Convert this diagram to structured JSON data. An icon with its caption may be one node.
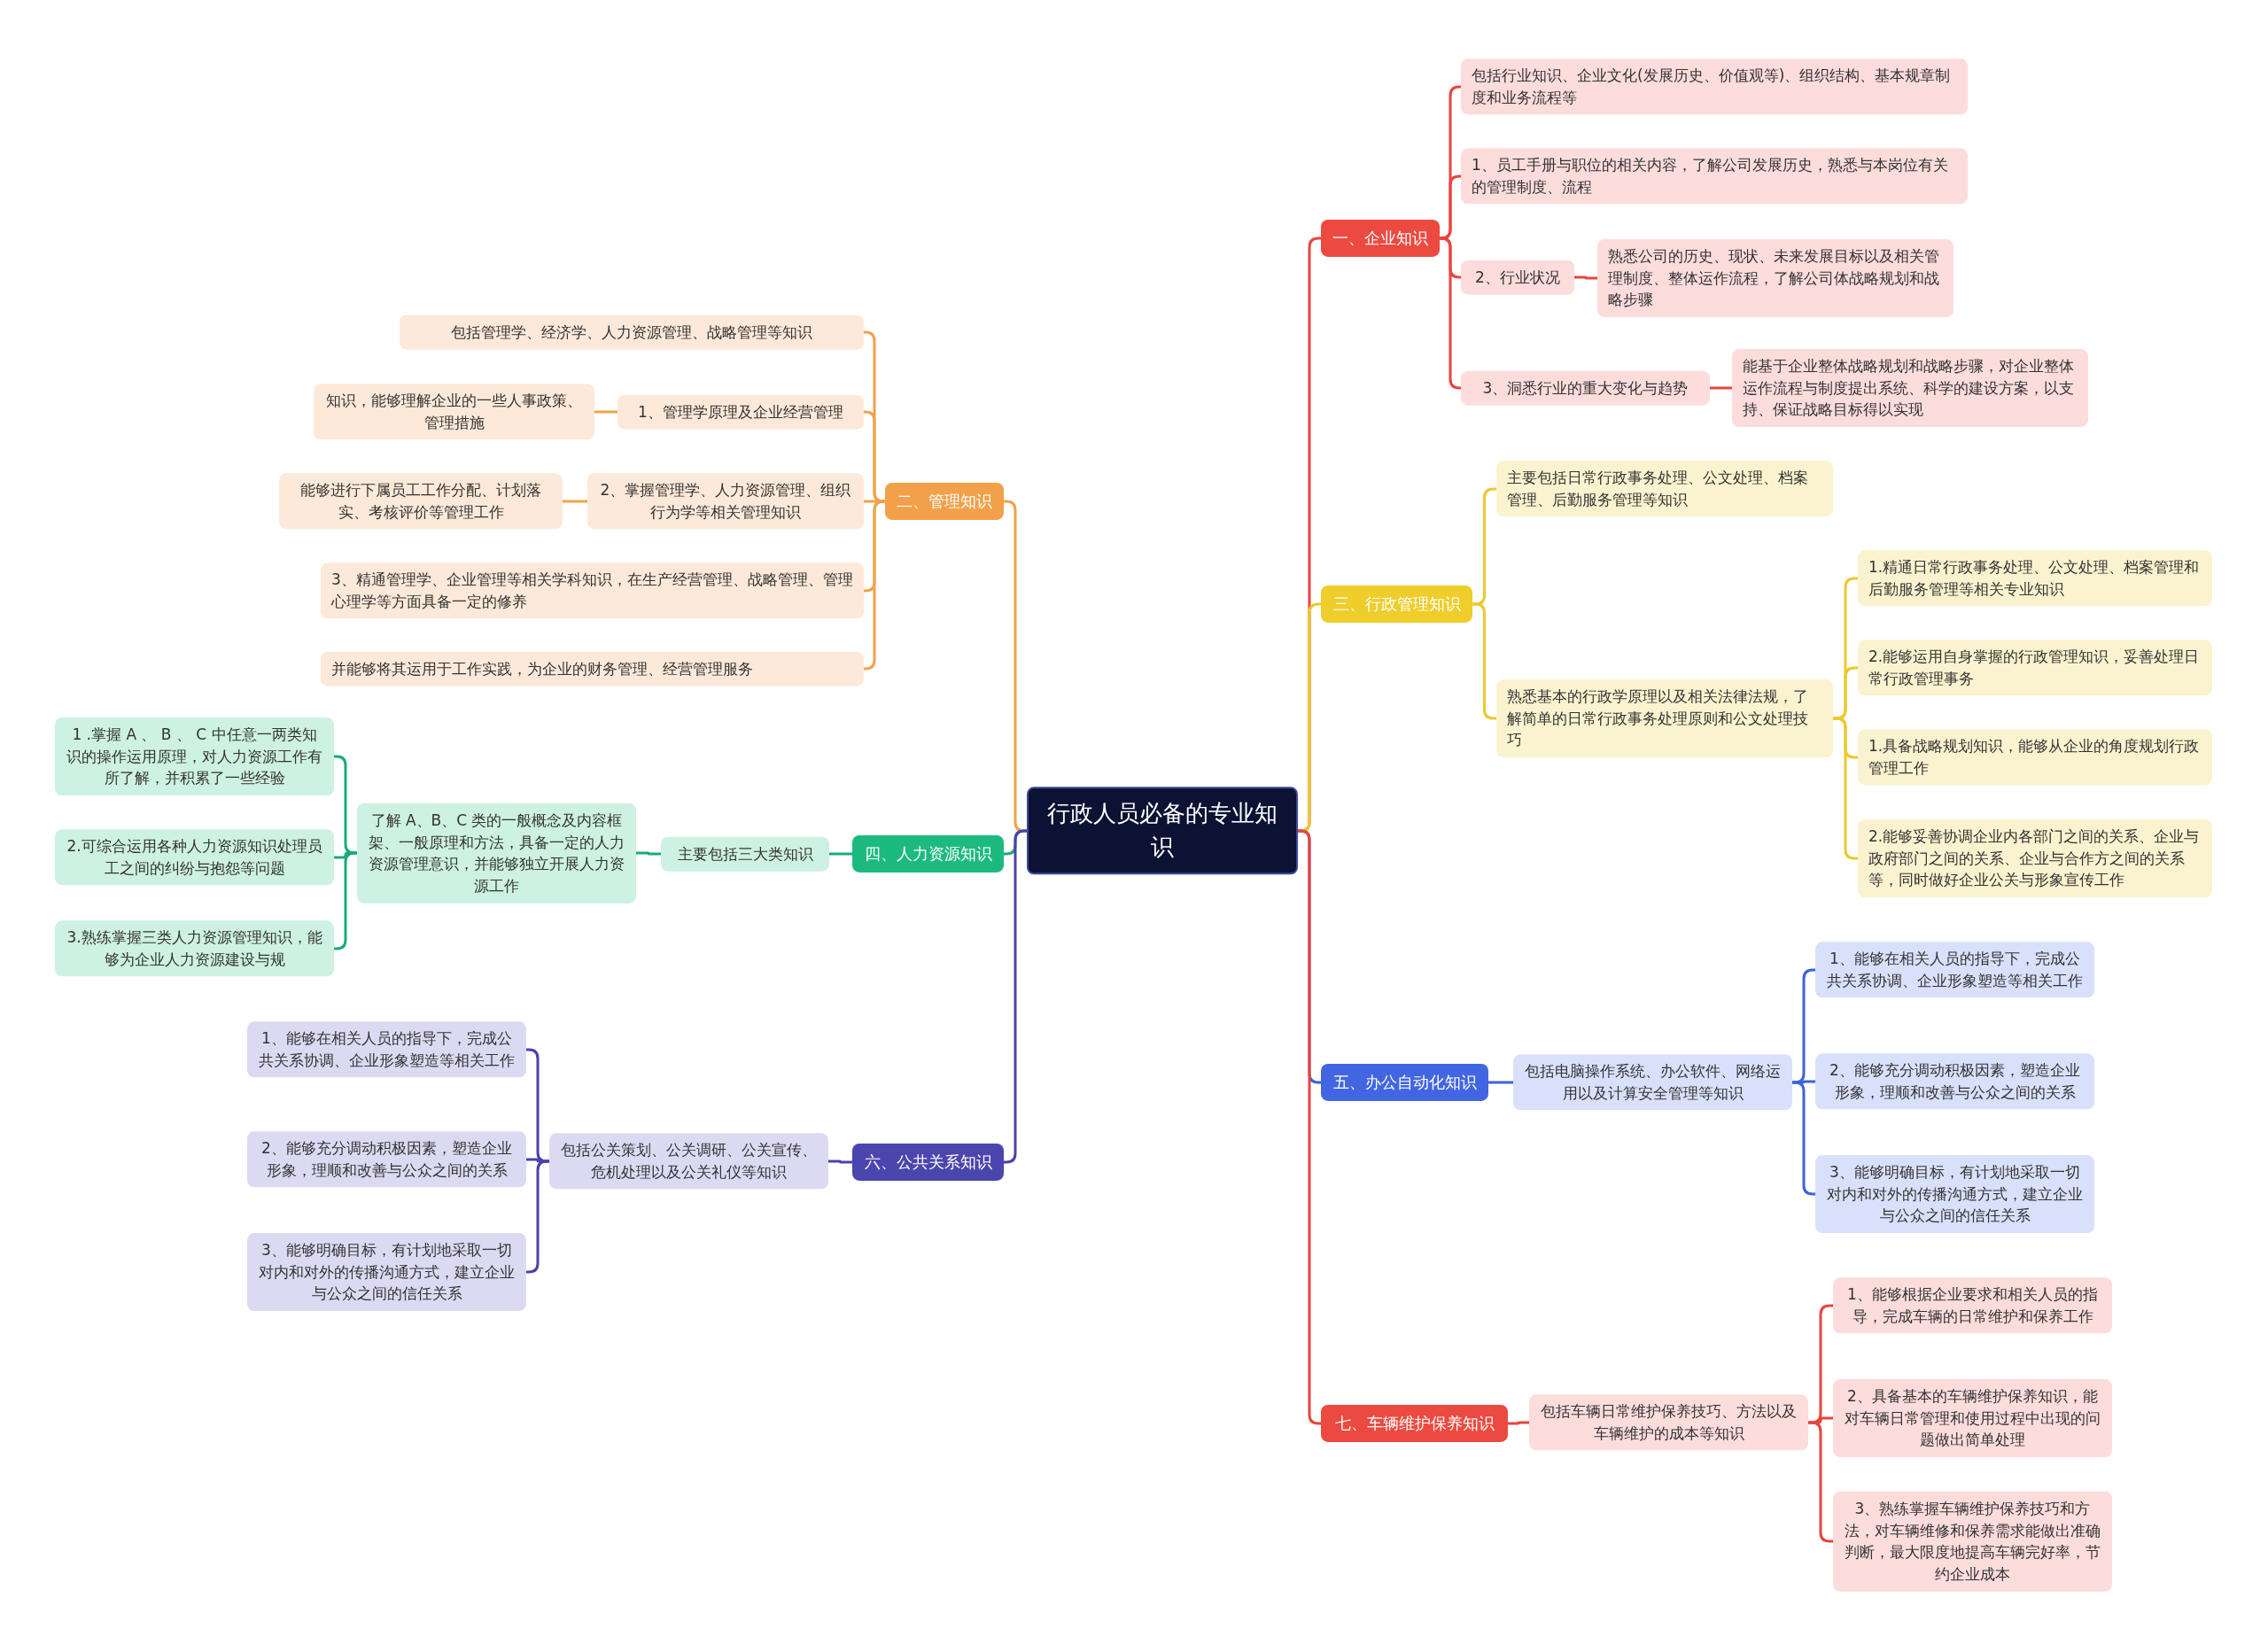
{
  "diagram": {
    "nodes": [
      {
        "text": [
          "行政人员必备的专业知识"
        ]
      },
      {
        "text": [
          "一、企业知识"
        ]
      },
      {
        "text": [
          "包括行业知识、企业文化(发展历史、价值观等)、组织结构、基本规章制度和业务流程等"
        ]
      },
      {
        "text": [
          "1、员工手册与职位的相关内容，了解公司发展历史，熟悉与本岗位有关的管理制度、流程"
        ]
      },
      {
        "text": [
          "2、行业状况"
        ]
      },
      {
        "text": [
          "熟悉公司的历史、现状、未来发展目标以及相关管理制度、整体运作流程，了解公司体战略规划和战略步骤"
        ]
      },
      {
        "text": [
          "3、洞悉行业的重大变化与趋势"
        ]
      },
      {
        "text": [
          "能基于企业整体战略规划和战略步骤，对企业整体运作流程与制度提出系统、科学的建设方案，以支持、保证战略目标得以实现"
        ]
      },
      {
        "text": [
          "二、管理知识"
        ]
      },
      {
        "text": [
          "包括管理学、经济学、人力资源管理、战略管理等知识"
        ]
      },
      {
        "text": [
          "1、管理学原理及企业经营管理"
        ]
      },
      {
        "text": [
          "知识，能够理解企业的一些人事政策、管理措施"
        ]
      },
      {
        "text": [
          "2、掌握管理学、人力资源管理、组织行为学等相关管理知识"
        ]
      },
      {
        "text": [
          "能够进行下属员工工作分配、计划落实、考核评价等管理工作"
        ]
      },
      {
        "text": [
          "3、精通管理学、企业管理等相关学科知识，在生产经营管理、战略管理、管理心理学等方面具备一定的修养"
        ]
      },
      {
        "text": [
          "并能够将其运用于工作实践，为企业的财务管理、经营管理服务"
        ]
      },
      {
        "text": [
          "三、行政管理知识"
        ]
      },
      {
        "text": [
          "主要包括日常行政事务处理、公文处理、档案管理、后勤服务管理等知识"
        ]
      },
      {
        "text": [
          "熟悉基本的行政学原理以及相关法律法规，了解简单的日常行政事务处理原则和公文处理技巧"
        ]
      },
      {
        "text": [
          "1.精通日常行政事务处理、公文处理、档案管理和后勤服务管理等相关专业知识"
        ]
      },
      {
        "text": [
          "2.能够运用自身掌握的行政管理知识，妥善处理日常行政管理事务"
        ]
      },
      {
        "text": [
          "1.具备战略规划知识，能够从企业的角度规划行政管理工作"
        ]
      },
      {
        "text": [
          "2.能够妥善协调企业内各部门之间的关系、企业与政府部门之间的关系、企业与合作方之间的关系等，同时做好企业公关与形象宣传工作"
        ]
      },
      {
        "text": [
          "四、人力资源知识"
        ]
      },
      {
        "text": [
          "主要包括三大类知识"
        ]
      },
      {
        "text": [
          "了解 A、B、C 类的一般概念及内容框架、一般原理和方法，具备一定的人力资源管理意识，并能够独立开展人力资源工作"
        ]
      },
      {
        "text": [
          "1 .掌握 A 、 B 、 C 中任意一两类知识的操作运用原理，对人力资源工作有所了解，并积累了一些经验"
        ]
      },
      {
        "text": [
          "2.可综合运用各种人力资源知识处理员工之间的纠纷与抱怨等问题"
        ]
      },
      {
        "text": [
          "3.熟练掌握三类人力资源管理知识，能够为企业人力资源建设与规"
        ]
      },
      {
        "text": [
          "五、办公自动化知识"
        ]
      },
      {
        "text": [
          "包括电脑操作系统、办公软件、网络运用以及计算安全管理等知识"
        ]
      },
      {
        "text": [
          "1、能够在相关人员的指导下，完成公共关系协调、企业形象塑造等相关工作"
        ]
      },
      {
        "text": [
          "2、能够充分调动积极因素，塑造企业形象，理顺和改善与公众之间的关系"
        ]
      },
      {
        "text": [
          "3、能够明确目标，有计划地采取一切对内和对外的传播沟通方式，建立企业与公众之间的信任关系"
        ]
      },
      {
        "text": [
          "六、公共关系知识"
        ]
      },
      {
        "text": [
          "包括公关策划、公关调研、公关宣传、危机处理以及公关礼仪等知识"
        ]
      },
      {
        "text": [
          "1、能够在相关人员的指导下，完成公共关系协调、企业形象塑造等相关工作"
        ]
      },
      {
        "text": [
          "2、能够充分调动积极因素，塑造企业形象，理顺和改善与公众之间的关系"
        ]
      },
      {
        "text": [
          "3、能够明确目标，有计划地采取一切对内和对外的传播沟通方式，建立企业与公众之间的信任关系"
        ]
      },
      {
        "text": [
          "七、车辆维护保养知识"
        ]
      },
      {
        "text": [
          "包括车辆日常维护保养技巧、方法以及车辆维护的成本等知识"
        ]
      },
      {
        "text": [
          "1、能够根据企业要求和相关人员的指导，完成车辆的日常维护和保养工作"
        ]
      },
      {
        "text": [
          "2、具备基本的车辆维护保养知识，能对车辆日常管理和使用过程中出现的问题做出简单处理"
        ]
      },
      {
        "text": [
          "3、熟练掌握车辆维护保养技巧和方法，对车辆维修和保养需求能做出准确判断，最大限度地提高车辆完好率，节约企业成本"
        ]
      }
    ],
    "edges": [
      {
        "from": 0,
        "to": 1,
        "arrow": "none",
        "color": "#e8453c"
      },
      {
        "from": 1,
        "to": 2,
        "arrow": "none",
        "color": "#e8453c"
      },
      {
        "from": 1,
        "to": 3,
        "arrow": "none",
        "color": "#e8453c"
      },
      {
        "from": 1,
        "to": 4,
        "arrow": "none",
        "color": "#e8453c"
      },
      {
        "from": 4,
        "to": 5,
        "arrow": "none",
        "color": "#e8453c"
      },
      {
        "from": 1,
        "to": 6,
        "arrow": "none",
        "color": "#e8453c"
      },
      {
        "from": 6,
        "to": 7,
        "arrow": "none",
        "color": "#e8453c"
      },
      {
        "from": 0,
        "to": 8,
        "arrow": "none",
        "color": "#f0a24c"
      },
      {
        "from": 8,
        "to": 9,
        "arrow": "none",
        "color": "#f0a24c"
      },
      {
        "from": 8,
        "to": 10,
        "arrow": "none",
        "color": "#f0a24c"
      },
      {
        "from": 10,
        "to": 11,
        "arrow": "none",
        "color": "#f0a24c"
      },
      {
        "from": 8,
        "to": 12,
        "arrow": "none",
        "color": "#f0a24c"
      },
      {
        "from": 12,
        "to": 13,
        "arrow": "none",
        "color": "#f0a24c"
      },
      {
        "from": 8,
        "to": 14,
        "arrow": "none",
        "color": "#f0a24c"
      },
      {
        "from": 8,
        "to": 15,
        "arrow": "none",
        "color": "#f0a24c"
      },
      {
        "from": 0,
        "to": 16,
        "arrow": "none",
        "color": "#ecc82c"
      },
      {
        "from": 16,
        "to": 17,
        "arrow": "none",
        "color": "#ecc82c"
      },
      {
        "from": 16,
        "to": 18,
        "arrow": "none",
        "color": "#ecc82c"
      },
      {
        "from": 18,
        "to": 19,
        "arrow": "none",
        "color": "#ecc82c"
      },
      {
        "from": 18,
        "to": 20,
        "arrow": "none",
        "color": "#ecc82c"
      },
      {
        "from": 18,
        "to": 21,
        "arrow": "none",
        "color": "#ecc82c"
      },
      {
        "from": 18,
        "to": 22,
        "arrow": "none",
        "color": "#ecc82c"
      },
      {
        "from": 0,
        "to": 23,
        "arrow": "none",
        "color": "#1aab78"
      },
      {
        "from": 23,
        "to": 24,
        "arrow": "none",
        "color": "#1aab78"
      },
      {
        "from": 24,
        "to": 25,
        "arrow": "none",
        "color": "#1aab78"
      },
      {
        "from": 25,
        "to": 26,
        "arrow": "none",
        "color": "#1aab78"
      },
      {
        "from": 25,
        "to": 27,
        "arrow": "none",
        "color": "#1aab78"
      },
      {
        "from": 25,
        "to": 28,
        "arrow": "none",
        "color": "#1aab78"
      },
      {
        "from": 0,
        "to": 29,
        "arrow": "none",
        "color": "#3d61dc"
      },
      {
        "from": 29,
        "to": 30,
        "arrow": "none",
        "color": "#3d61dc"
      },
      {
        "from": 30,
        "to": 31,
        "arrow": "none",
        "color": "#3d61dc"
      },
      {
        "from": 30,
        "to": 32,
        "arrow": "none",
        "color": "#3d61dc"
      },
      {
        "from": 30,
        "to": 33,
        "arrow": "none",
        "color": "#3d61dc"
      },
      {
        "from": 0,
        "to": 34,
        "arrow": "none",
        "color": "#4a42aa"
      },
      {
        "from": 34,
        "to": 35,
        "arrow": "none",
        "color": "#4a42aa"
      },
      {
        "from": 35,
        "to": 36,
        "arrow": "none",
        "color": "#4a42aa"
      },
      {
        "from": 35,
        "to": 37,
        "arrow": "none",
        "color": "#4a42aa"
      },
      {
        "from": 35,
        "to": 38,
        "arrow": "none",
        "color": "#4a42aa"
      },
      {
        "from": 0,
        "to": 39,
        "arrow": "none",
        "color": "#e8453c"
      },
      {
        "from": 39,
        "to": 40,
        "arrow": "none",
        "color": "#e8453c"
      },
      {
        "from": 40,
        "to": 41,
        "arrow": "none",
        "color": "#e8453c"
      },
      {
        "from": 40,
        "to": 42,
        "arrow": "none",
        "color": "#e8453c"
      },
      {
        "from": 40,
        "to": 43,
        "arrow": "none",
        "color": "#e8453c"
      }
    ]
  }
}
